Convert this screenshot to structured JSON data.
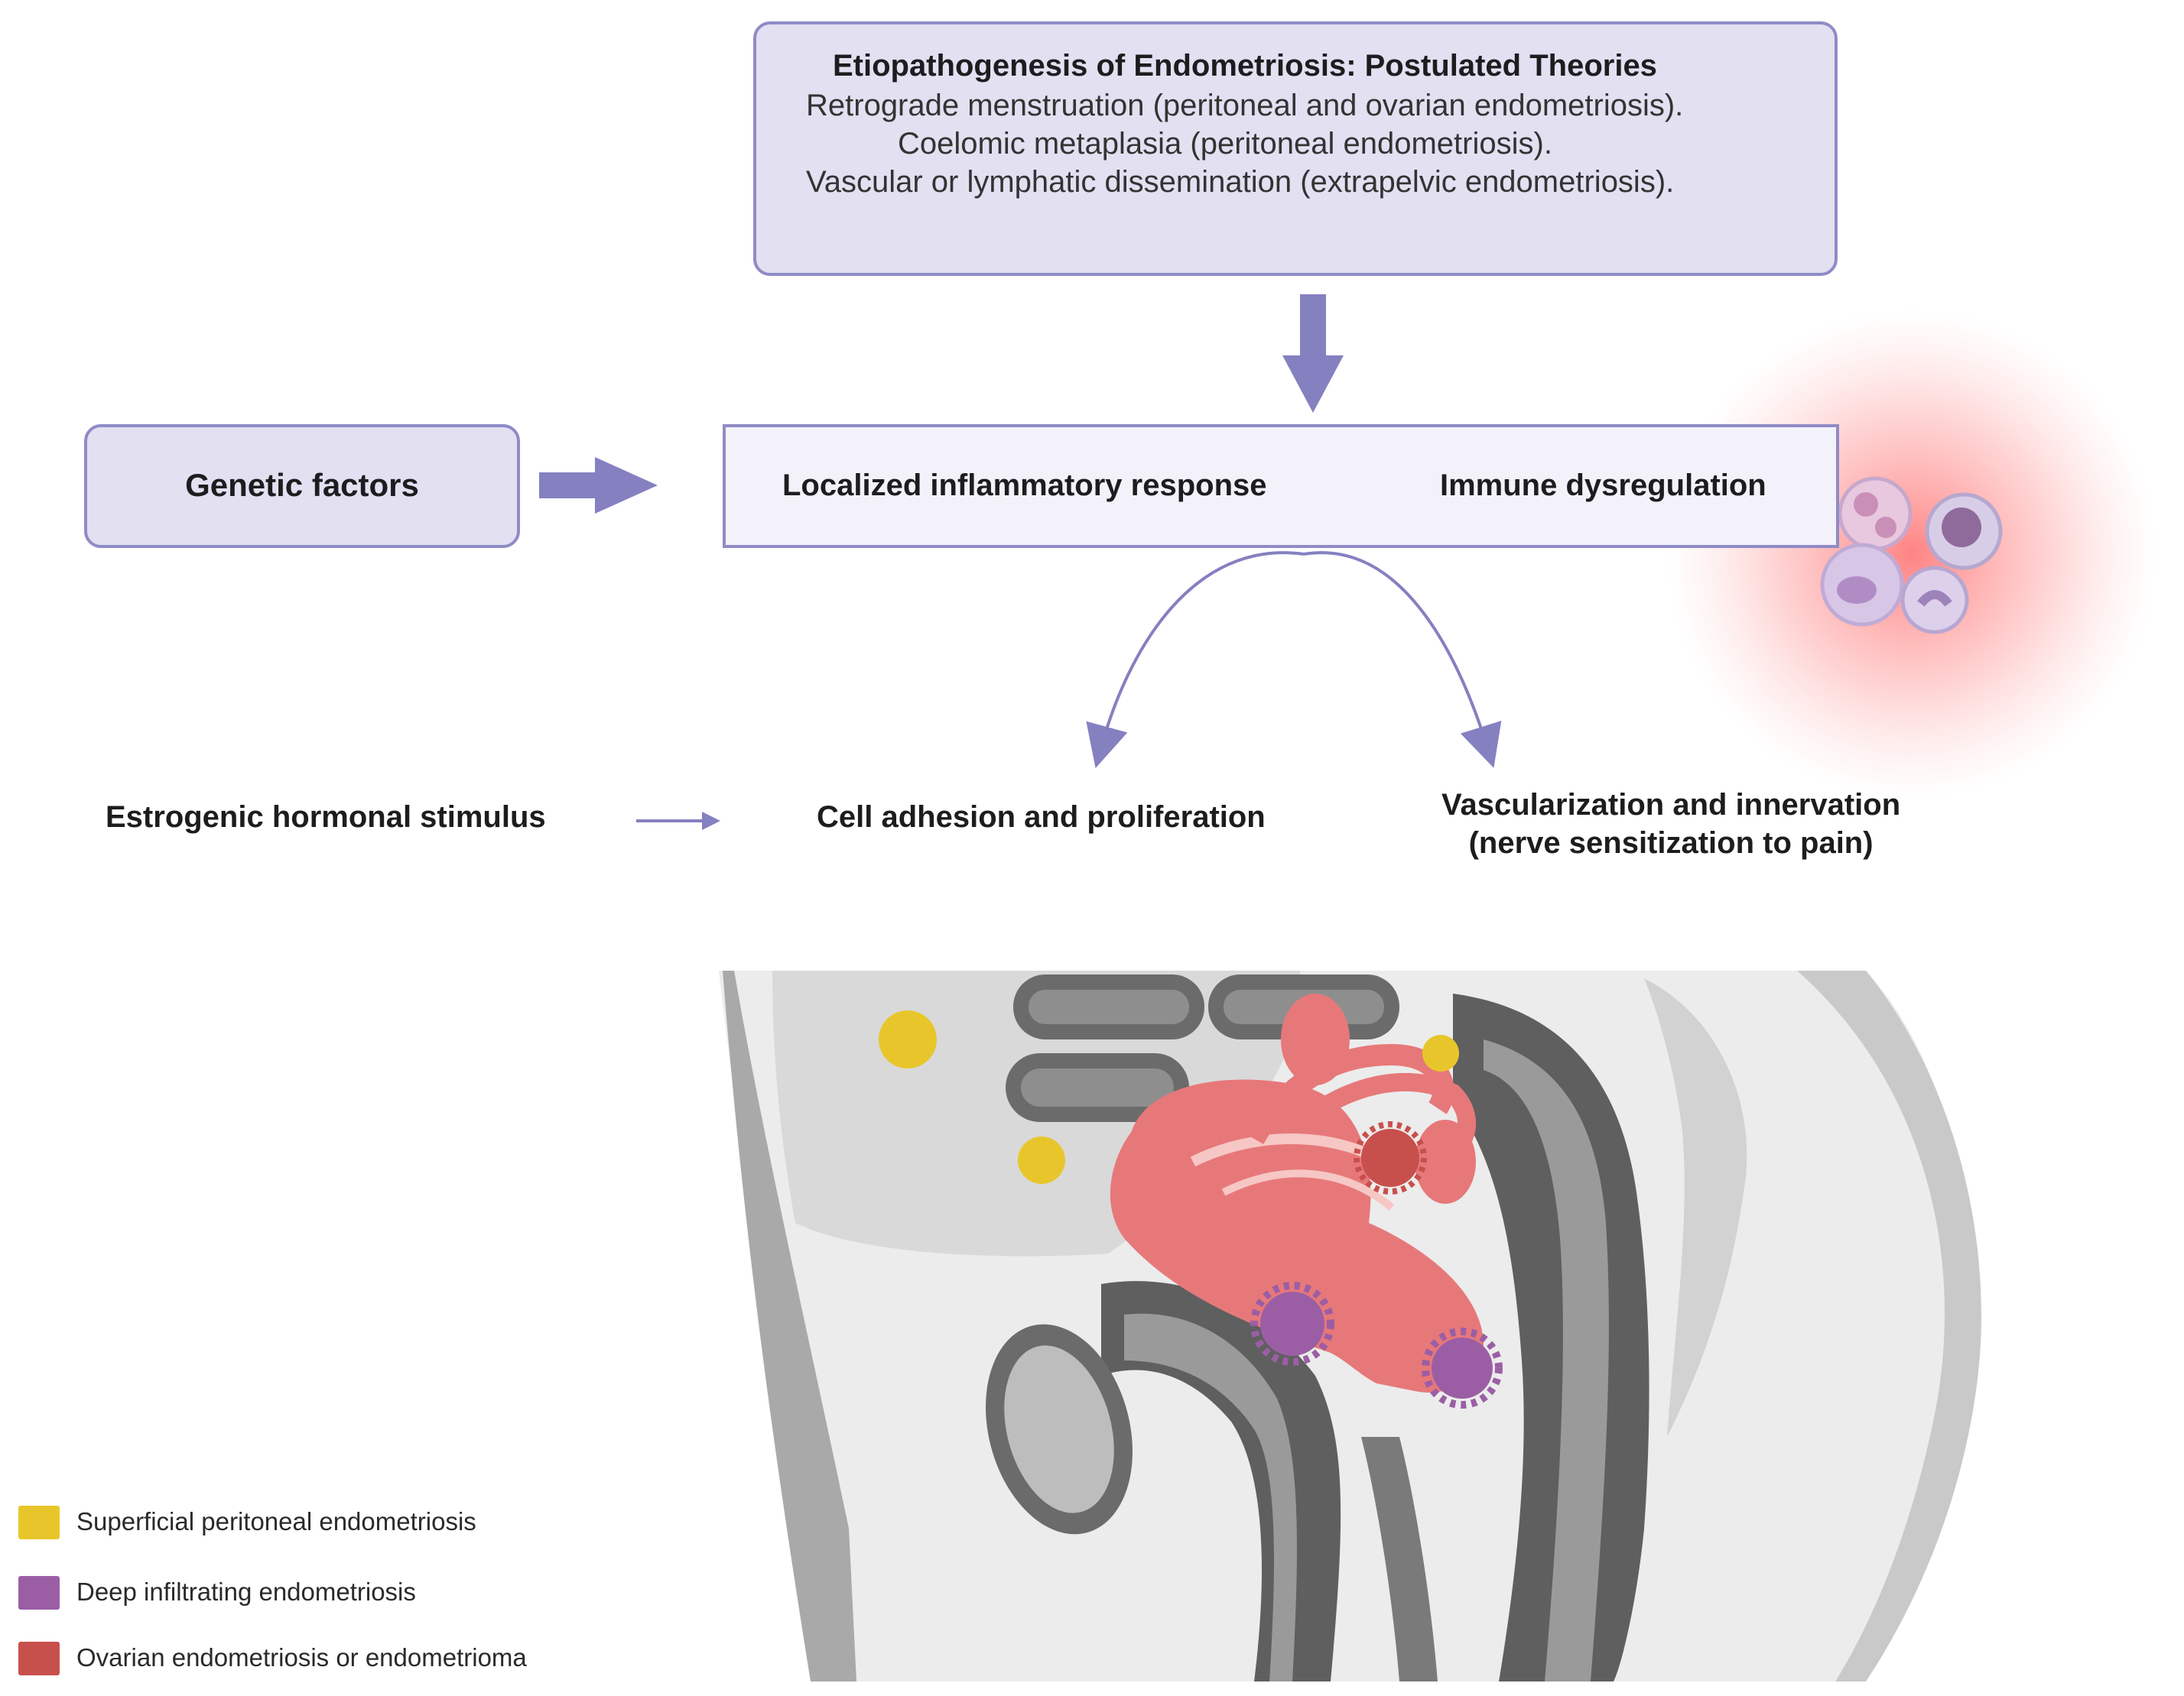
{
  "theories": {
    "title": "Etiopathogenesis of Endometriosis: Postulated Theories",
    "items": [
      "Retrograde menstruation (peritoneal and ovarian endometriosis).",
      "Coelomic metaplasia (peritoneal endometriosis).",
      "Vascular or lymphatic dissemination (extrapelvic endometriosis)."
    ]
  },
  "nodes": {
    "genetic": "Genetic factors",
    "inflammatory": "Localized inflammatory response",
    "immune": "Immune dysregulation",
    "estrogen": "Estrogenic hormonal stimulus",
    "adhesion": "Cell adhesion and proliferation",
    "vascularization_line1": "Vascularization and innervation",
    "vascularization_line2": "(nerve sensitization to pain)"
  },
  "legend": [
    {
      "label": "Superficial peritoneal endometriosis",
      "color": "#e8c62b"
    },
    {
      "label": "Deep infiltrating endometriosis",
      "color": "#9b5ea5"
    },
    {
      "label": "Ovarian endometriosis or endometrioma",
      "color": "#c8504c"
    }
  ],
  "colors": {
    "box_fill": "#e2e0f1",
    "box_border": "#8f8bc6",
    "arrow": "#8580c0",
    "uterus": "#e7787a",
    "lesion_superficial": "#e8c62b",
    "lesion_deep": "#9b5ea5",
    "lesion_ovarian": "#c8504c"
  }
}
